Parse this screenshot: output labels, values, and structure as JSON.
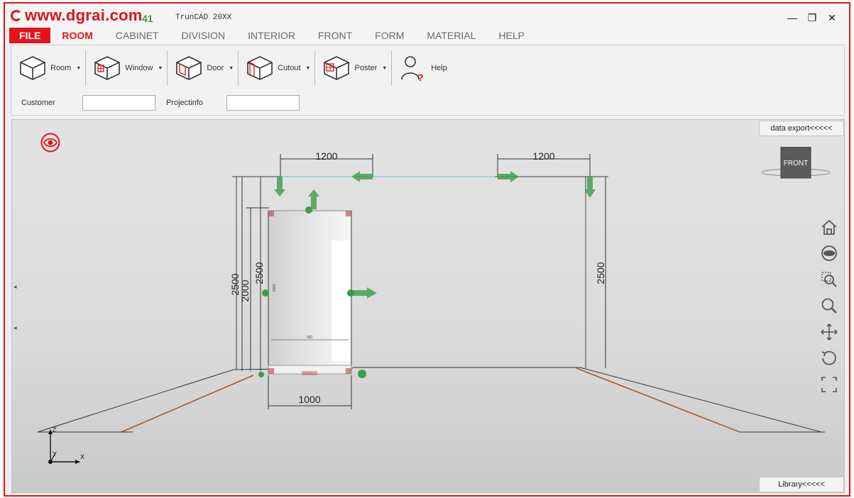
{
  "watermark": {
    "text": "www.dgrai.com"
  },
  "titlebar": {
    "version": "41",
    "app_title": "TrunCAD 20XX",
    "minimize": "—",
    "maximize": "❐",
    "close": "✕"
  },
  "menu": {
    "file": "FILE",
    "items": [
      "ROOM",
      "CABINET",
      "DIVISION",
      "INTERIOR",
      "FRONT",
      "FORM",
      "MATERIAL",
      "HELP"
    ],
    "active": "ROOM"
  },
  "ribbon": {
    "tools": [
      {
        "label": "Room",
        "icon": "room-icon"
      },
      {
        "label": "Window",
        "icon": "window-icon"
      },
      {
        "label": "Door",
        "icon": "door-icon"
      },
      {
        "label": "Cutout",
        "icon": "cutout-icon"
      },
      {
        "label": "Poster",
        "icon": "poster-icon"
      }
    ],
    "help_label": "Help",
    "customer_label": "Customer",
    "customer_value": "",
    "projectinfo_label": "Projectinfo",
    "projectinfo_value": ""
  },
  "viewport": {
    "data_export_tab": "data export<<<<<",
    "library_tab": "Library<<<<<",
    "view_cube_label": "FRONT",
    "dims": {
      "left_top_width": "1200",
      "right_top_width": "1200",
      "left_height_outer": "2500",
      "left_height_inner": "2500",
      "door_height": "2000",
      "right_height": "2500",
      "door_width": "1000",
      "door_inner_width": "960",
      "door_inner_height": "1860"
    },
    "axes": {
      "z": "Z",
      "y": "Y",
      "x": "X"
    },
    "colors": {
      "accent": "#e3151b",
      "handle": "#3f9a4a",
      "floor_edge": "#a45a2a",
      "guide": "#5ec9d6"
    }
  }
}
